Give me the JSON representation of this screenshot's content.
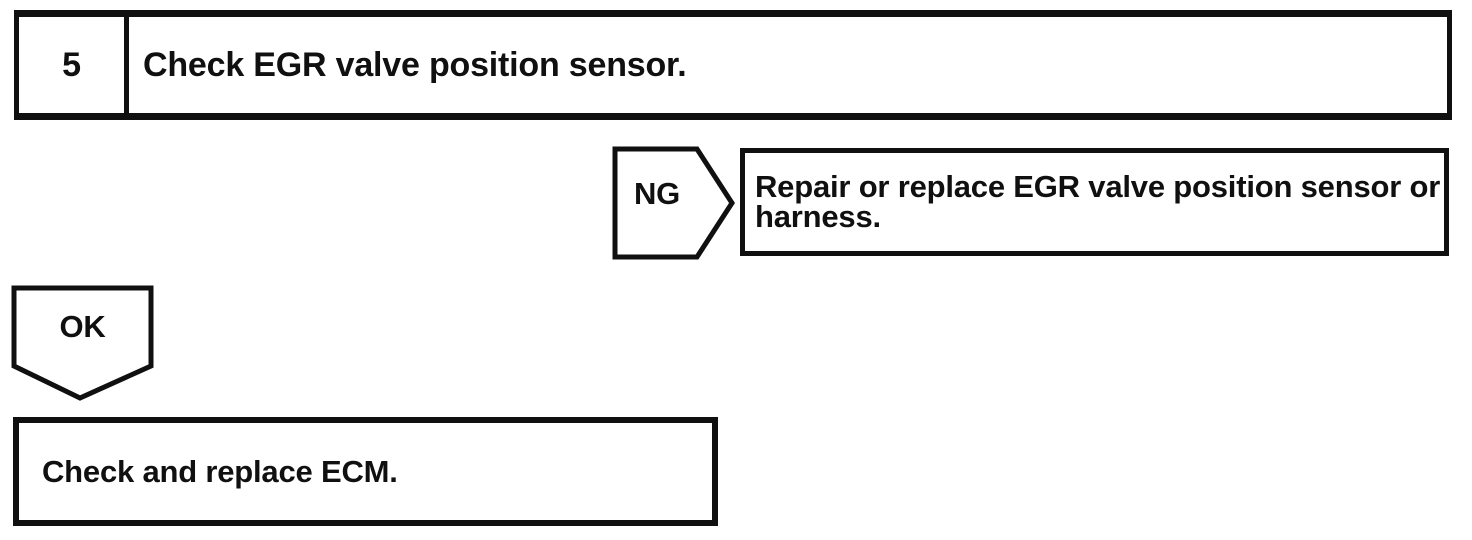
{
  "flowchart": {
    "step": {
      "number": "5",
      "title": "Check EGR valve position sensor."
    },
    "ng_branch": {
      "connector_label": "NG",
      "action": "Repair or replace EGR valve position sensor or harness."
    },
    "ok_branch": {
      "connector_label": "OK",
      "action": "Check and replace ECM."
    },
    "colors": {
      "ink": "#101010",
      "background": "#ffffff"
    }
  }
}
